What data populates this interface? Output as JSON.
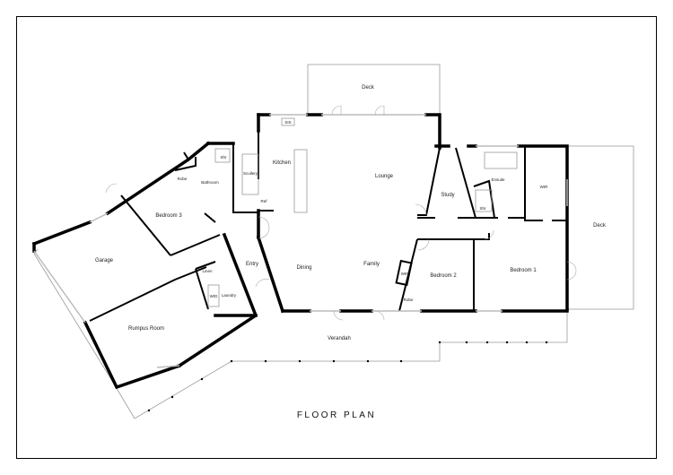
{
  "title": "FLOOR PLAN",
  "rooms": {
    "deck_top": "Deck",
    "kitchen": "Kitchen",
    "scullery": "Scullery",
    "shower_1": "Shr",
    "robe_1": "Robe",
    "bathroom": "Bathroom",
    "ref": "Ref",
    "bedroom_3": "Bedroom 3",
    "lounge": "Lounge",
    "study": "Study",
    "ensuite": "Ensuite",
    "wir": "WIR",
    "shower_2": "Shr",
    "deck_right": "Deck",
    "garage": "Garage",
    "linen": "Linen",
    "entry": "Entry",
    "dining": "Dining",
    "family": "Family",
    "bedroom_2": "Bedroom 2",
    "bedroom_1": "Bedroom 1",
    "laundry": "Laundry",
    "wip": "WIP",
    "robe_2": "Robe",
    "rumpus_room": "Rumpus Room",
    "verandah": "Verandah"
  },
  "fixtures": {
    "sis": "SIS",
    "wd": "W/D"
  }
}
